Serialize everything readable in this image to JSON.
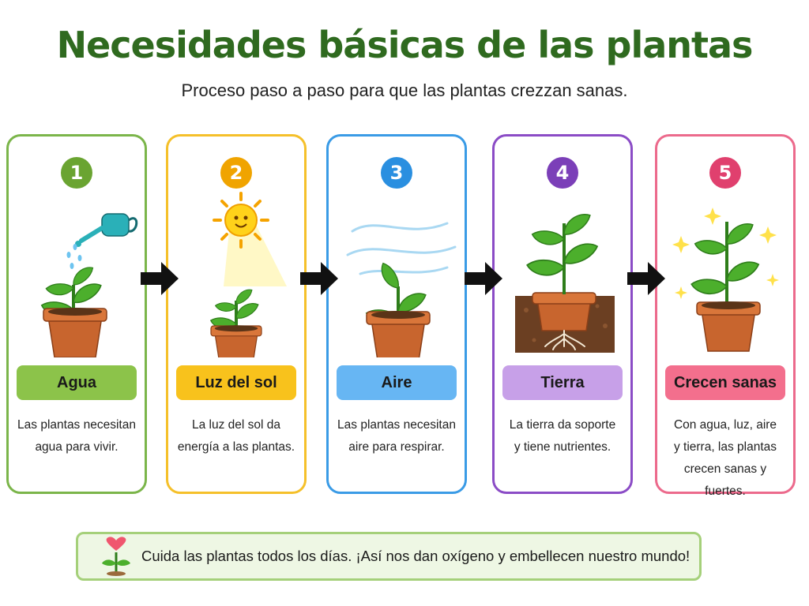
{
  "header": {
    "title": "Necesidades básicas de las plantas",
    "subtitle": "Proceso paso a paso para que las plantas crezzan sanas."
  },
  "steps": [
    {
      "number": "1",
      "label": "Agua",
      "desc": [
        "Las plantas necesitan",
        "agua para vivir."
      ],
      "color": "#6aa431",
      "label_bg": "#8cc34a",
      "border": "#7bb54a",
      "illustration": "watering-can-plant"
    },
    {
      "number": "2",
      "label": "Luz del sol",
      "desc": [
        "La luz del sol da",
        "energía a las plantas."
      ],
      "color": "#f0a400",
      "label_bg": "#f8c21c",
      "border": "#f5c02a",
      "illustration": "sun-plant"
    },
    {
      "number": "3",
      "label": "Aire",
      "desc": [
        "Las plantas necesitan",
        "aire para respirar."
      ],
      "color": "#2a8fe0",
      "label_bg": "#67b6f3",
      "border": "#3a9be6",
      "illustration": "wind-plant"
    },
    {
      "number": "4",
      "label": "Tierra",
      "desc": [
        "La tierra da soporte",
        "y tiene nutrientes."
      ],
      "color": "#7b3fb8",
      "label_bg": "#c7a0e8",
      "border": "#8b4cc6",
      "illustration": "soil-roots-plant"
    },
    {
      "number": "5",
      "label": "Crecen sanas",
      "desc": [
        "Con agua, luz, aire",
        "y tierra, las plantas",
        "crecen sanas y fuertes."
      ],
      "color": "#e0406e",
      "label_bg": "#f36f8d",
      "border": "#ec6a8c",
      "illustration": "sparkle-plant"
    }
  ],
  "footer": {
    "text": "Cuida las plantas todos los días. ¡Así nos dan oxígeno y embellecen nuestro mundo!",
    "icon": "heart-sprout-icon"
  },
  "colors": {
    "title": "#2f6a1f",
    "leaf": "#4caf2c",
    "pot": "#c8652e"
  }
}
